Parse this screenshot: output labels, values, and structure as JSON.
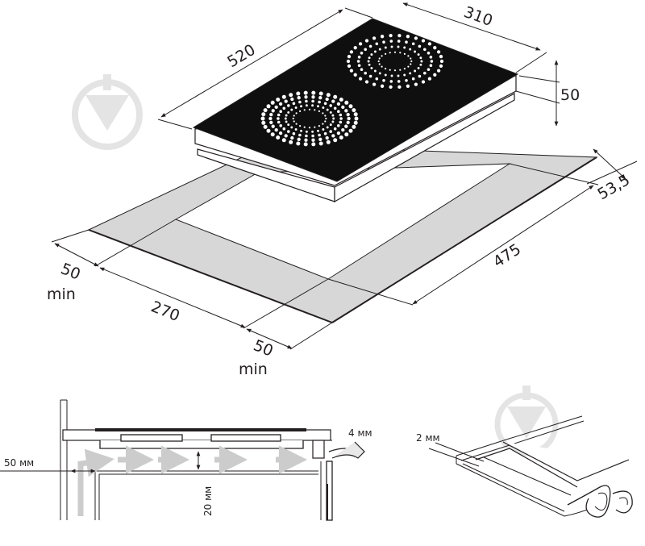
{
  "diagram": {
    "dimensions": {
      "hob_depth": "520",
      "hob_width": "310",
      "hob_height": "50",
      "cutout_offset": "53,5",
      "cutout_depth": "475",
      "clearance_left": "50",
      "clearance_left_unit": "min",
      "cutout_width": "270",
      "clearance_front": "50",
      "clearance_front_unit": "min"
    },
    "ventilation": {
      "gap_side": "4 мм",
      "clearance_back": "50 мм",
      "clearance_under": "20 мм"
    },
    "sealing": {
      "gap": "2 мм"
    }
  },
  "colors": {
    "line": "#231f20",
    "glass": "#0f0f0f",
    "countertop": "#d7d7d7",
    "watermark": "#e4e4e4",
    "arrow_fill": "#d0d0d0"
  }
}
